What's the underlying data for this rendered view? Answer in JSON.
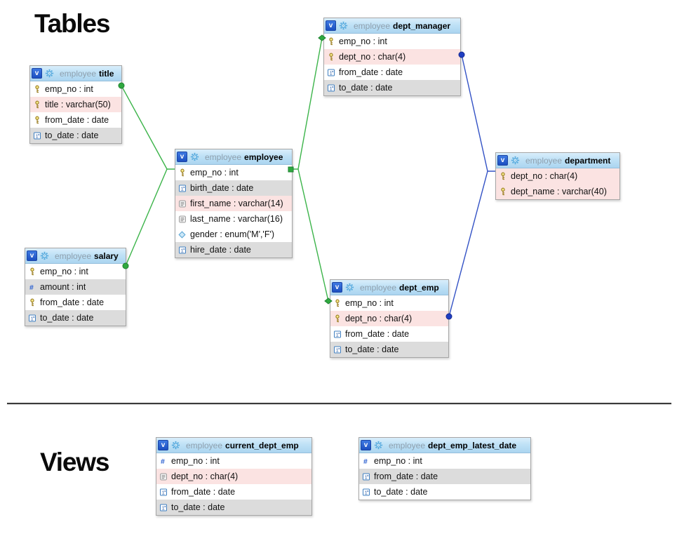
{
  "sections": {
    "tables_heading": "Tables",
    "views_heading": "Views"
  },
  "header_badge": "v",
  "colors": {
    "green_link": "#3cb44a",
    "blue_link": "#3352c5",
    "header_bg": "#b9def4",
    "badge_blue": "#1c4fc0",
    "row_pink": "#fbe3e2",
    "row_gray": "#dcdcdc",
    "row_white": "#ffffff"
  },
  "tables": [
    {
      "schema": "employee",
      "name": "title",
      "columns": [
        {
          "label": "emp_no : int",
          "icon": "key",
          "bg": "white"
        },
        {
          "label": "title : varchar(50)",
          "icon": "key",
          "bg": "pink"
        },
        {
          "label": "from_date : date",
          "icon": "key",
          "bg": "white"
        },
        {
          "label": "to_date : date",
          "icon": "date",
          "bg": "gray"
        }
      ]
    },
    {
      "schema": "employee",
      "name": "dept_manager",
      "columns": [
        {
          "label": "emp_no : int",
          "icon": "key",
          "bg": "white"
        },
        {
          "label": "dept_no : char(4)",
          "icon": "key",
          "bg": "pink"
        },
        {
          "label": "from_date : date",
          "icon": "date",
          "bg": "white"
        },
        {
          "label": "to_date : date",
          "icon": "date",
          "bg": "gray"
        }
      ]
    },
    {
      "schema": "employee",
      "name": "employee",
      "columns": [
        {
          "label": "emp_no : int",
          "icon": "key",
          "bg": "white"
        },
        {
          "label": "birth_date : date",
          "icon": "date",
          "bg": "gray"
        },
        {
          "label": "first_name : varchar(14)",
          "icon": "text",
          "bg": "pink"
        },
        {
          "label": "last_name : varchar(16)",
          "icon": "text",
          "bg": "white"
        },
        {
          "label": "gender : enum('M','F')",
          "icon": "enum",
          "bg": "white"
        },
        {
          "label": "hire_date : date",
          "icon": "date",
          "bg": "gray"
        }
      ]
    },
    {
      "schema": "employee",
      "name": "salary",
      "columns": [
        {
          "label": "emp_no : int",
          "icon": "key",
          "bg": "white"
        },
        {
          "label": "amount : int",
          "icon": "number",
          "bg": "gray"
        },
        {
          "label": "from_date : date",
          "icon": "key",
          "bg": "white"
        },
        {
          "label": "to_date : date",
          "icon": "date",
          "bg": "gray"
        }
      ]
    },
    {
      "schema": "employee",
      "name": "dept_emp",
      "columns": [
        {
          "label": "emp_no : int",
          "icon": "key",
          "bg": "white"
        },
        {
          "label": "dept_no : char(4)",
          "icon": "key",
          "bg": "pink"
        },
        {
          "label": "from_date : date",
          "icon": "date",
          "bg": "white"
        },
        {
          "label": "to_date : date",
          "icon": "date",
          "bg": "gray"
        }
      ]
    },
    {
      "schema": "employee",
      "name": "department",
      "columns": [
        {
          "label": "dept_no : char(4)",
          "icon": "key",
          "bg": "pink"
        },
        {
          "label": "dept_name : varchar(40)",
          "icon": "key",
          "bg": "pink"
        }
      ]
    }
  ],
  "views": [
    {
      "schema": "employee",
      "name": "current_dept_emp",
      "columns": [
        {
          "label": "emp_no : int",
          "icon": "number",
          "bg": "white"
        },
        {
          "label": "dept_no : char(4)",
          "icon": "text",
          "bg": "pink"
        },
        {
          "label": "from_date : date",
          "icon": "date",
          "bg": "white"
        },
        {
          "label": "to_date : date",
          "icon": "date",
          "bg": "gray"
        }
      ]
    },
    {
      "schema": "employee",
      "name": "dept_emp_latest_date",
      "columns": [
        {
          "label": "emp_no : int",
          "icon": "number",
          "bg": "white"
        },
        {
          "label": "from_date : date",
          "icon": "date",
          "bg": "gray"
        },
        {
          "label": "to_date : date",
          "icon": "date",
          "bg": "white"
        }
      ]
    }
  ],
  "connections": [
    {
      "from": "title.emp_no",
      "to": "employee.emp_no",
      "color": "green"
    },
    {
      "from": "salary.emp_no",
      "to": "employee.emp_no",
      "color": "green"
    },
    {
      "from": "dept_manager.emp_no",
      "to": "employee.emp_no",
      "color": "green"
    },
    {
      "from": "dept_emp.emp_no",
      "to": "employee.emp_no",
      "color": "green"
    },
    {
      "from": "dept_manager.dept_no",
      "to": "department.dept_no",
      "color": "blue"
    },
    {
      "from": "dept_emp.dept_no",
      "to": "department.dept_no",
      "color": "blue"
    }
  ]
}
